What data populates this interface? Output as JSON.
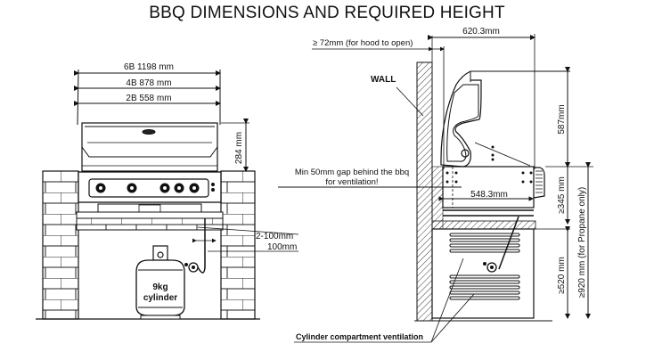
{
  "title": "BBQ DIMENSIONS AND REQUIRED HEIGHT",
  "front_view": {
    "width_6b": "6B 1198 mm",
    "width_4b": "4B 878 mm",
    "width_2b": "2B 558 mm",
    "hood_height": "284 mm",
    "gap_range": "2-100mm",
    "gap_fixed": "100mm",
    "cylinder_line1": "9kg",
    "cylinder_line2": "cylinder"
  },
  "side_view": {
    "overall_depth": "620.3mm",
    "hood_clearance": "≥ 72mm (for hood to open)",
    "wall_label": "WALL",
    "gap_note_line1": "Min 50mm gap behind the bbq",
    "gap_note_line2": "for ventilation!",
    "body_depth": "548.3mm",
    "hood_height": "587mm",
    "cutout_height": "≥345 mm",
    "cabinet_height": "≥520 mm",
    "total_height": "≥920 mm (for Propane only)",
    "ventilation_label": "Cylinder compartment ventilation"
  }
}
